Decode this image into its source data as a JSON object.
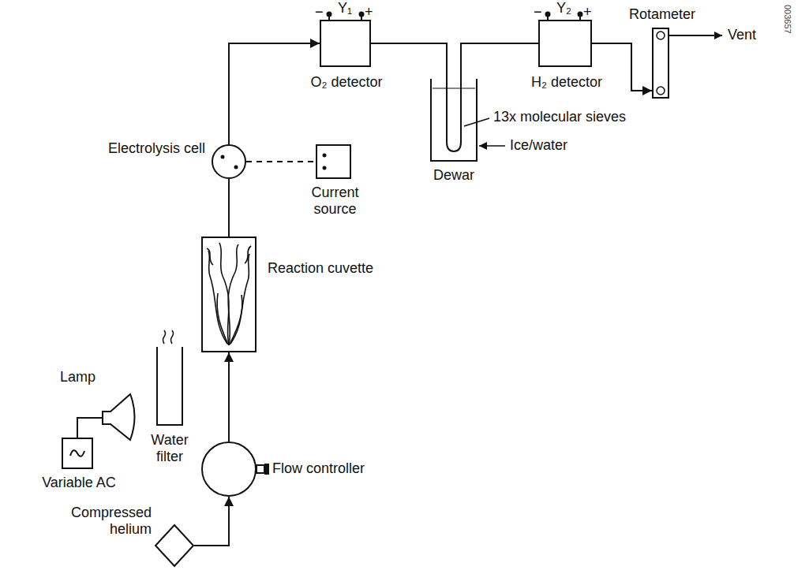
{
  "diagram": {
    "nodes": [
      {
        "text": [
          "Compressed helium"
        ]
      },
      {
        "text": [
          "Flow controller"
        ]
      },
      {
        "text": [
          "Reaction cuvette"
        ]
      },
      {
        "text": [
          "Electrolysis cell"
        ]
      },
      {
        "text": [
          "Current source"
        ]
      },
      {
        "text": [
          "O₂ detector"
        ]
      },
      {
        "text": [
          "Dewar"
        ]
      },
      {
        "text": [
          "H₂ detector"
        ]
      },
      {
        "text": [
          "Rotameter"
        ]
      },
      {
        "text": [
          "Variable AC"
        ]
      },
      {
        "text": [
          "Water filter"
        ]
      }
    ],
    "edges": [
      {
        "from": 0,
        "to": 1,
        "arrow": "to"
      },
      {
        "from": 1,
        "to": 2,
        "arrow": "to"
      },
      {
        "from": 2,
        "to": 3,
        "arrow": "none"
      },
      {
        "from": 3,
        "to": 4,
        "arrow": "none"
      },
      {
        "from": 3,
        "to": 5,
        "arrow": "to"
      },
      {
        "from": 5,
        "to": 6,
        "arrow": "none"
      },
      {
        "from": 6,
        "to": 7,
        "arrow": "none"
      },
      {
        "from": 7,
        "to": 8,
        "arrow": "to"
      }
    ],
    "labels": [
      "Y₁",
      "−",
      "+",
      "Y₂",
      "−",
      "+",
      "13x molecular sieves",
      "Ice/water",
      "Vent",
      "Lamp",
      "003657"
    ]
  }
}
